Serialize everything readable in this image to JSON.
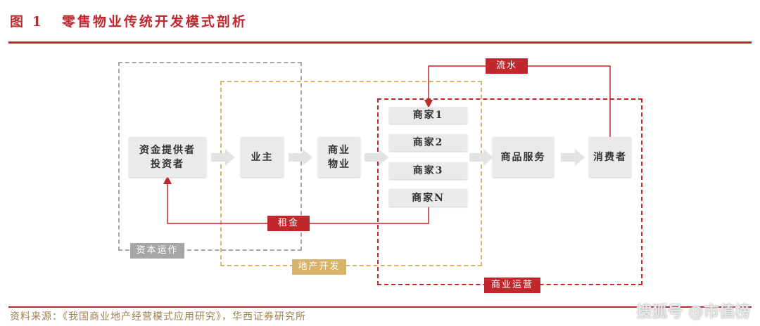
{
  "title": {
    "figure": "图 1",
    "text": "零售物业传统开发模式剖析"
  },
  "groups": {
    "capital": "资本运作",
    "property": "地产开发",
    "commercial": "商业运营"
  },
  "nodes": {
    "investor": [
      "资金提供者",
      "投资者"
    ],
    "owner": "业主",
    "property": [
      "商业",
      "物业"
    ],
    "merchants": [
      "商家1",
      "商家2",
      "商家3",
      "商家N"
    ],
    "goods": "商品服务",
    "consumer": "消费者"
  },
  "flows": {
    "cash": "流水",
    "rent": "租金"
  },
  "footer": "资料来源：《我国商业地产经营模式应用研究》，华西证券研究所",
  "watermark": "搜狐号 @市值榜",
  "colors": {
    "red": "#c0282d",
    "gray": "#a6a6a6",
    "gold": "#d9b36a"
  }
}
